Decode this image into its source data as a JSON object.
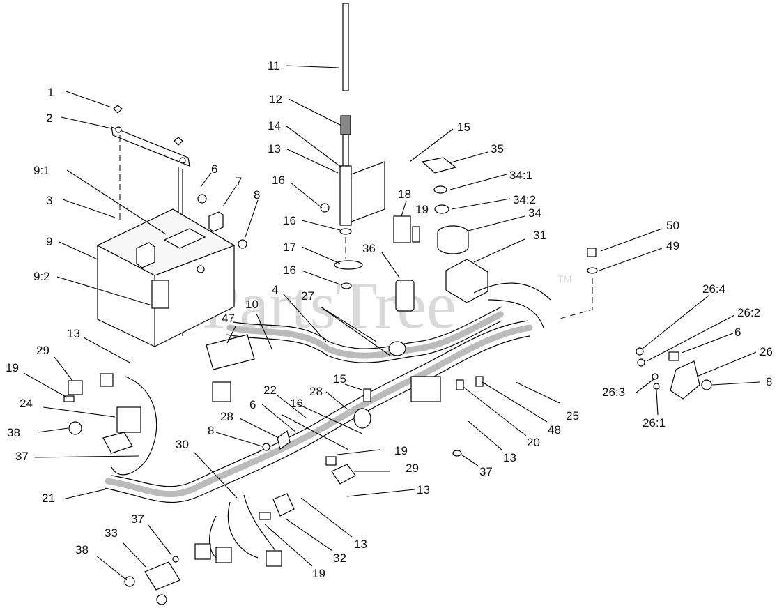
{
  "watermark": {
    "text": "PartsTree",
    "trademark": "TM"
  },
  "callouts": {
    "c1": "1",
    "c2": "2",
    "c3": "3",
    "c9_1": "9:1",
    "c9": "9",
    "c9_2": "9:2",
    "c6a": "6",
    "c7": "7",
    "c8a": "8",
    "c11": "11",
    "c12": "12",
    "c14": "14",
    "c13a": "13",
    "c16a": "16",
    "c16b": "16",
    "c17": "17",
    "c16c": "16",
    "c15a": "15",
    "c35": "35",
    "c34_1": "34:1",
    "c34_2": "34:2",
    "c18": "18",
    "c19a": "19",
    "c34": "34",
    "c36": "36",
    "c31": "31",
    "c50": "50",
    "c49": "49",
    "c4": "4",
    "c27": "27",
    "c10": "10",
    "c47": "47",
    "c26_4": "26:4",
    "c26_2": "26:2",
    "c6b": "6",
    "c26": "26",
    "c26_3": "26:3",
    "c8b": "8",
    "c26_1": "26:1",
    "c13b": "13",
    "c29a": "29",
    "c19b": "19",
    "c24": "24",
    "c38a": "38",
    "c37a": "37",
    "c22": "22",
    "c6c": "6",
    "c28a": "28",
    "c28b": "28",
    "c16d": "16",
    "c15b": "15",
    "c8c": "8",
    "c25": "25",
    "c48": "48",
    "c20": "20",
    "c13c": "13",
    "c37b": "37",
    "c19c": "19",
    "c29b": "29",
    "c13d": "13",
    "c30": "30",
    "c21": "21",
    "c13e": "13",
    "c32": "32",
    "c19d": "19",
    "c37c": "37",
    "c33": "33",
    "c38b": "38"
  }
}
